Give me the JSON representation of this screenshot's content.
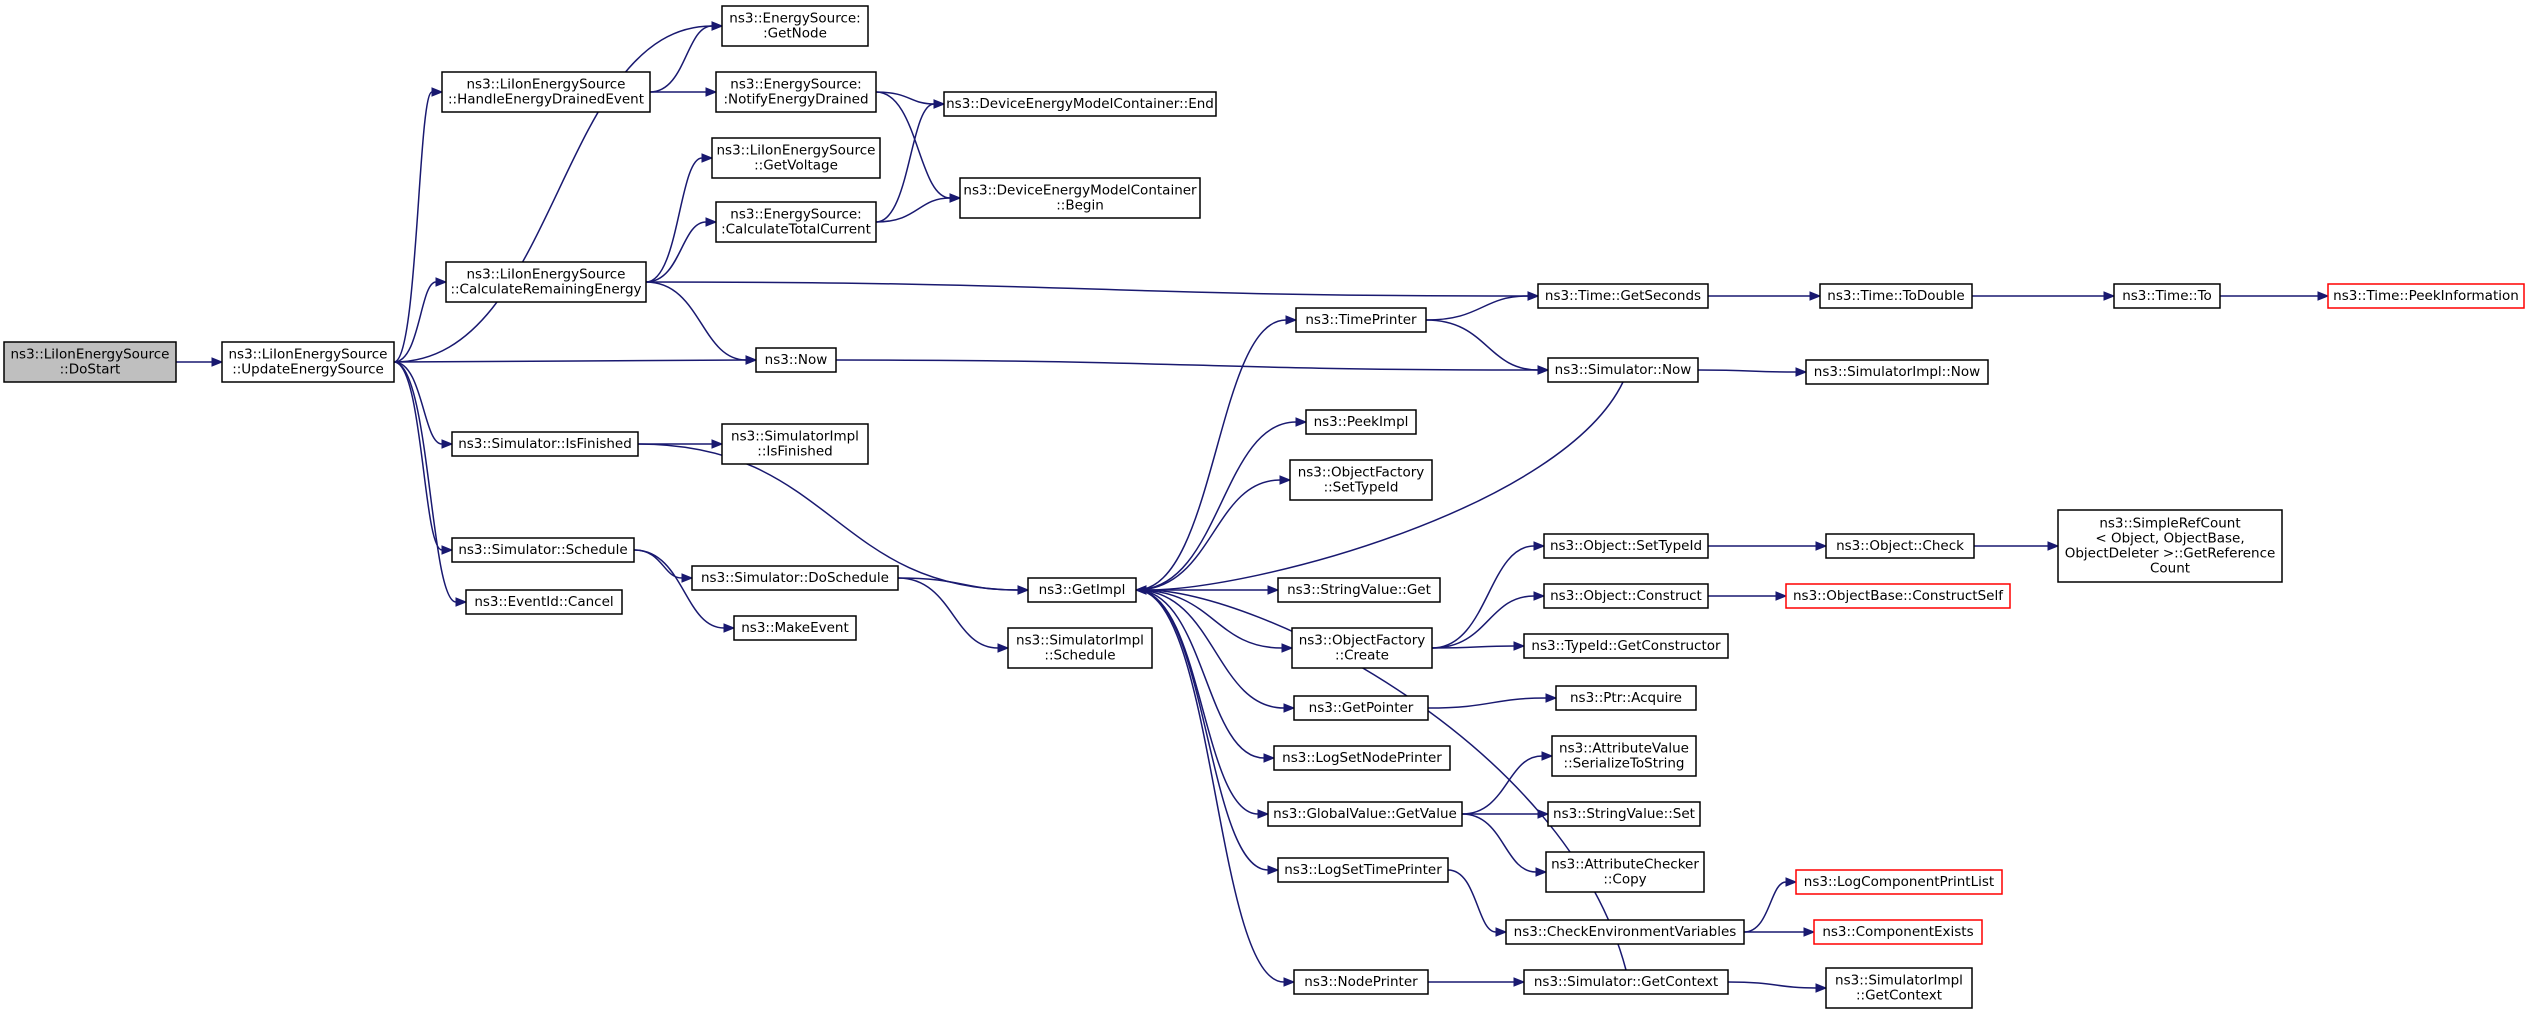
{
  "graph": {
    "kind": "call-graph",
    "colors": {
      "edge": "#191970",
      "root_fill": "#bfbfbf",
      "truncated_border": "#ff0000",
      "node_border": "#000000"
    },
    "nodes": [
      {
        "id": "dostart",
        "lines": [
          "ns3::LiIonEnergySource",
          "::DoStart"
        ],
        "root": true
      },
      {
        "id": "update",
        "lines": [
          "ns3::LiIonEnergySource",
          "::UpdateEnergySource"
        ]
      },
      {
        "id": "es_getnode",
        "lines": [
          "ns3::EnergySource:",
          ":GetNode"
        ]
      },
      {
        "id": "handle_drained",
        "lines": [
          "ns3::LiIonEnergySource",
          "::HandleEnergyDrainedEvent"
        ]
      },
      {
        "id": "notify_drained",
        "lines": [
          "ns3::EnergySource:",
          ":NotifyEnergyDrained"
        ]
      },
      {
        "id": "demc_end",
        "lines": [
          "ns3::DeviceEnergyModelContainer::End"
        ]
      },
      {
        "id": "get_voltage",
        "lines": [
          "ns3::LiIonEnergySource",
          "::GetVoltage"
        ]
      },
      {
        "id": "calc_current",
        "lines": [
          "ns3::EnergySource:",
          ":CalculateTotalCurrent"
        ]
      },
      {
        "id": "demc_begin",
        "lines": [
          "ns3::DeviceEnergyModelContainer",
          "::Begin"
        ]
      },
      {
        "id": "calc_remaining",
        "lines": [
          "ns3::LiIonEnergySource",
          "::CalculateRemainingEnergy"
        ]
      },
      {
        "id": "time_getseconds",
        "lines": [
          "ns3::Time::GetSeconds"
        ]
      },
      {
        "id": "time_todouble",
        "lines": [
          "ns3::Time::ToDouble"
        ]
      },
      {
        "id": "time_to",
        "lines": [
          "ns3::Time::To"
        ]
      },
      {
        "id": "time_peekinfo",
        "lines": [
          "ns3::Time::PeekInformation"
        ],
        "truncated": true
      },
      {
        "id": "timeprinter",
        "lines": [
          "ns3::TimePrinter"
        ]
      },
      {
        "id": "now",
        "lines": [
          "ns3::Now"
        ]
      },
      {
        "id": "sim_now",
        "lines": [
          "ns3::Simulator::Now"
        ]
      },
      {
        "id": "simimpl_now",
        "lines": [
          "ns3::SimulatorImpl::Now"
        ]
      },
      {
        "id": "sim_isfinished",
        "lines": [
          "ns3::Simulator::IsFinished"
        ]
      },
      {
        "id": "simimpl_isfinished",
        "lines": [
          "ns3::SimulatorImpl",
          "::IsFinished"
        ]
      },
      {
        "id": "peekimpl",
        "lines": [
          "ns3::PeekImpl"
        ]
      },
      {
        "id": "of_settypeid",
        "lines": [
          "ns3::ObjectFactory",
          "::SetTypeId"
        ]
      },
      {
        "id": "sim_schedule",
        "lines": [
          "ns3::Simulator::Schedule"
        ]
      },
      {
        "id": "sim_doschedule",
        "lines": [
          "ns3::Simulator::DoSchedule"
        ]
      },
      {
        "id": "getimpl",
        "lines": [
          "ns3::GetImpl"
        ]
      },
      {
        "id": "stringvalue_get",
        "lines": [
          "ns3::StringValue::Get"
        ]
      },
      {
        "id": "eventid_cancel",
        "lines": [
          "ns3::EventId::Cancel"
        ]
      },
      {
        "id": "makeevent",
        "lines": [
          "ns3::MakeEvent"
        ]
      },
      {
        "id": "simimpl_schedule",
        "lines": [
          "ns3::SimulatorImpl",
          "::Schedule"
        ]
      },
      {
        "id": "of_create",
        "lines": [
          "ns3::ObjectFactory",
          "::Create"
        ]
      },
      {
        "id": "object_settypeid",
        "lines": [
          "ns3::Object::SetTypeId"
        ]
      },
      {
        "id": "object_check",
        "lines": [
          "ns3::Object::Check"
        ]
      },
      {
        "id": "simplerefcount",
        "lines": [
          "ns3::SimpleRefCount",
          "< Object, ObjectBase,",
          "ObjectDeleter >::GetReference",
          "Count"
        ]
      },
      {
        "id": "object_construct",
        "lines": [
          "ns3::Object::Construct"
        ]
      },
      {
        "id": "objectbase_constructself",
        "lines": [
          "ns3::ObjectBase::ConstructSelf"
        ],
        "truncated": true
      },
      {
        "id": "typeid_getconstructor",
        "lines": [
          "ns3::TypeId::GetConstructor"
        ]
      },
      {
        "id": "getpointer",
        "lines": [
          "ns3::GetPointer"
        ]
      },
      {
        "id": "ptr_acquire",
        "lines": [
          "ns3::Ptr::Acquire"
        ]
      },
      {
        "id": "logsetnodeprinter",
        "lines": [
          "ns3::LogSetNodePrinter"
        ]
      },
      {
        "id": "attrvalue_serialize",
        "lines": [
          "ns3::AttributeValue",
          "::SerializeToString"
        ]
      },
      {
        "id": "globalvalue_getvalue",
        "lines": [
          "ns3::GlobalValue::GetValue"
        ]
      },
      {
        "id": "stringvalue_set",
        "lines": [
          "ns3::StringValue::Set"
        ]
      },
      {
        "id": "attrchecker_copy",
        "lines": [
          "ns3::AttributeChecker",
          "::Copy"
        ]
      },
      {
        "id": "logsettimeprinter",
        "lines": [
          "ns3::LogSetTimePrinter"
        ]
      },
      {
        "id": "logcomponentprintlist",
        "lines": [
          "ns3::LogComponentPrintList"
        ],
        "truncated": true
      },
      {
        "id": "checkenvvars",
        "lines": [
          "ns3::CheckEnvironmentVariables"
        ]
      },
      {
        "id": "componentexists",
        "lines": [
          "ns3::ComponentExists"
        ],
        "truncated": true
      },
      {
        "id": "nodeprinter",
        "lines": [
          "ns3::NodePrinter"
        ]
      },
      {
        "id": "sim_getcontext",
        "lines": [
          "ns3::Simulator::GetContext"
        ]
      },
      {
        "id": "simimpl_getcontext",
        "lines": [
          "ns3::SimulatorImpl",
          "::GetContext"
        ]
      }
    ],
    "edges": [
      [
        "dostart",
        "update"
      ],
      [
        "update",
        "es_getnode"
      ],
      [
        "update",
        "handle_drained"
      ],
      [
        "update",
        "calc_remaining"
      ],
      [
        "update",
        "now"
      ],
      [
        "update",
        "sim_isfinished"
      ],
      [
        "update",
        "sim_schedule"
      ],
      [
        "update",
        "eventid_cancel"
      ],
      [
        "handle_drained",
        "es_getnode"
      ],
      [
        "handle_drained",
        "notify_drained"
      ],
      [
        "notify_drained",
        "demc_end"
      ],
      [
        "notify_drained",
        "demc_begin"
      ],
      [
        "calc_remaining",
        "get_voltage"
      ],
      [
        "calc_remaining",
        "calc_current"
      ],
      [
        "calc_remaining",
        "time_getseconds"
      ],
      [
        "calc_remaining",
        "now"
      ],
      [
        "calc_current",
        "demc_end"
      ],
      [
        "calc_current",
        "demc_begin"
      ],
      [
        "time_getseconds",
        "time_todouble"
      ],
      [
        "time_todouble",
        "time_to"
      ],
      [
        "time_to",
        "time_peekinfo"
      ],
      [
        "timeprinter",
        "time_getseconds"
      ],
      [
        "timeprinter",
        "sim_now"
      ],
      [
        "now",
        "sim_now"
      ],
      [
        "sim_now",
        "simimpl_now"
      ],
      [
        "sim_now",
        "getimpl"
      ],
      [
        "sim_isfinished",
        "simimpl_isfinished"
      ],
      [
        "sim_isfinished",
        "getimpl"
      ],
      [
        "sim_schedule",
        "sim_doschedule"
      ],
      [
        "sim_schedule",
        "makeevent"
      ],
      [
        "sim_doschedule",
        "getimpl"
      ],
      [
        "sim_doschedule",
        "simimpl_schedule"
      ],
      [
        "getimpl",
        "timeprinter"
      ],
      [
        "getimpl",
        "peekimpl"
      ],
      [
        "getimpl",
        "of_settypeid"
      ],
      [
        "getimpl",
        "stringvalue_get"
      ],
      [
        "getimpl",
        "of_create"
      ],
      [
        "getimpl",
        "getpointer"
      ],
      [
        "getimpl",
        "logsetnodeprinter"
      ],
      [
        "getimpl",
        "globalvalue_getvalue"
      ],
      [
        "getimpl",
        "logsettimeprinter"
      ],
      [
        "getimpl",
        "nodeprinter"
      ],
      [
        "of_create",
        "object_settypeid"
      ],
      [
        "of_create",
        "object_construct"
      ],
      [
        "of_create",
        "typeid_getconstructor"
      ],
      [
        "object_settypeid",
        "object_check"
      ],
      [
        "object_check",
        "simplerefcount"
      ],
      [
        "object_construct",
        "objectbase_constructself"
      ],
      [
        "getpointer",
        "ptr_acquire"
      ],
      [
        "globalvalue_getvalue",
        "attrvalue_serialize"
      ],
      [
        "globalvalue_getvalue",
        "stringvalue_set"
      ],
      [
        "globalvalue_getvalue",
        "attrchecker_copy"
      ],
      [
        "logsettimeprinter",
        "checkenvvars"
      ],
      [
        "checkenvvars",
        "logcomponentprintlist"
      ],
      [
        "checkenvvars",
        "componentexists"
      ],
      [
        "nodeprinter",
        "sim_getcontext"
      ],
      [
        "sim_getcontext",
        "simimpl_getcontext"
      ],
      [
        "sim_getcontext",
        "getimpl"
      ]
    ]
  }
}
